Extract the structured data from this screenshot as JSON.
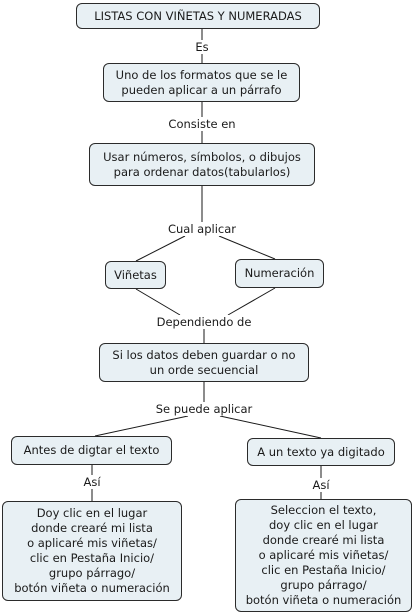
{
  "nodes": {
    "title": "LISTAS CON VIÑETAS Y NUMERADAS",
    "definition": "Uno de los formatos que se le\npueden aplicar a un párrafo",
    "description": "Usar números, símbolos, o dibujos\npara ordenar datos(tabularlos)",
    "bullets": "Viñetas",
    "numbering": "Numeración",
    "condition": "Si los datos deben guardar o no\nun orde secuencial",
    "before_typing": "Antes de digtar el texto",
    "already_typed": "A un texto ya digitado",
    "steps_before": "Doy clic en el lugar\ndonde crearé mi lista\no aplicaré mis viñetas/\nclic en Pestaña Inicio/\ngrupo párrago/\nbotón viñeta o numeración",
    "steps_after": "Seleccion el texto,\ndoy clic en el lugar\ndonde crearé mi lista\no aplicaré mis viñetas/\nclic en Pestaña Inicio/\ngrupo párrago/\nbotón viñeta o numeración"
  },
  "links": {
    "es": "Es",
    "consiste_en": "Consiste en",
    "cual_aplicar": "Cual aplicar",
    "dependiendo_de": "Dependiendo de",
    "se_puede_aplicar": "Se puede aplicar",
    "asi_left": "Así",
    "asi_right": "Así"
  }
}
